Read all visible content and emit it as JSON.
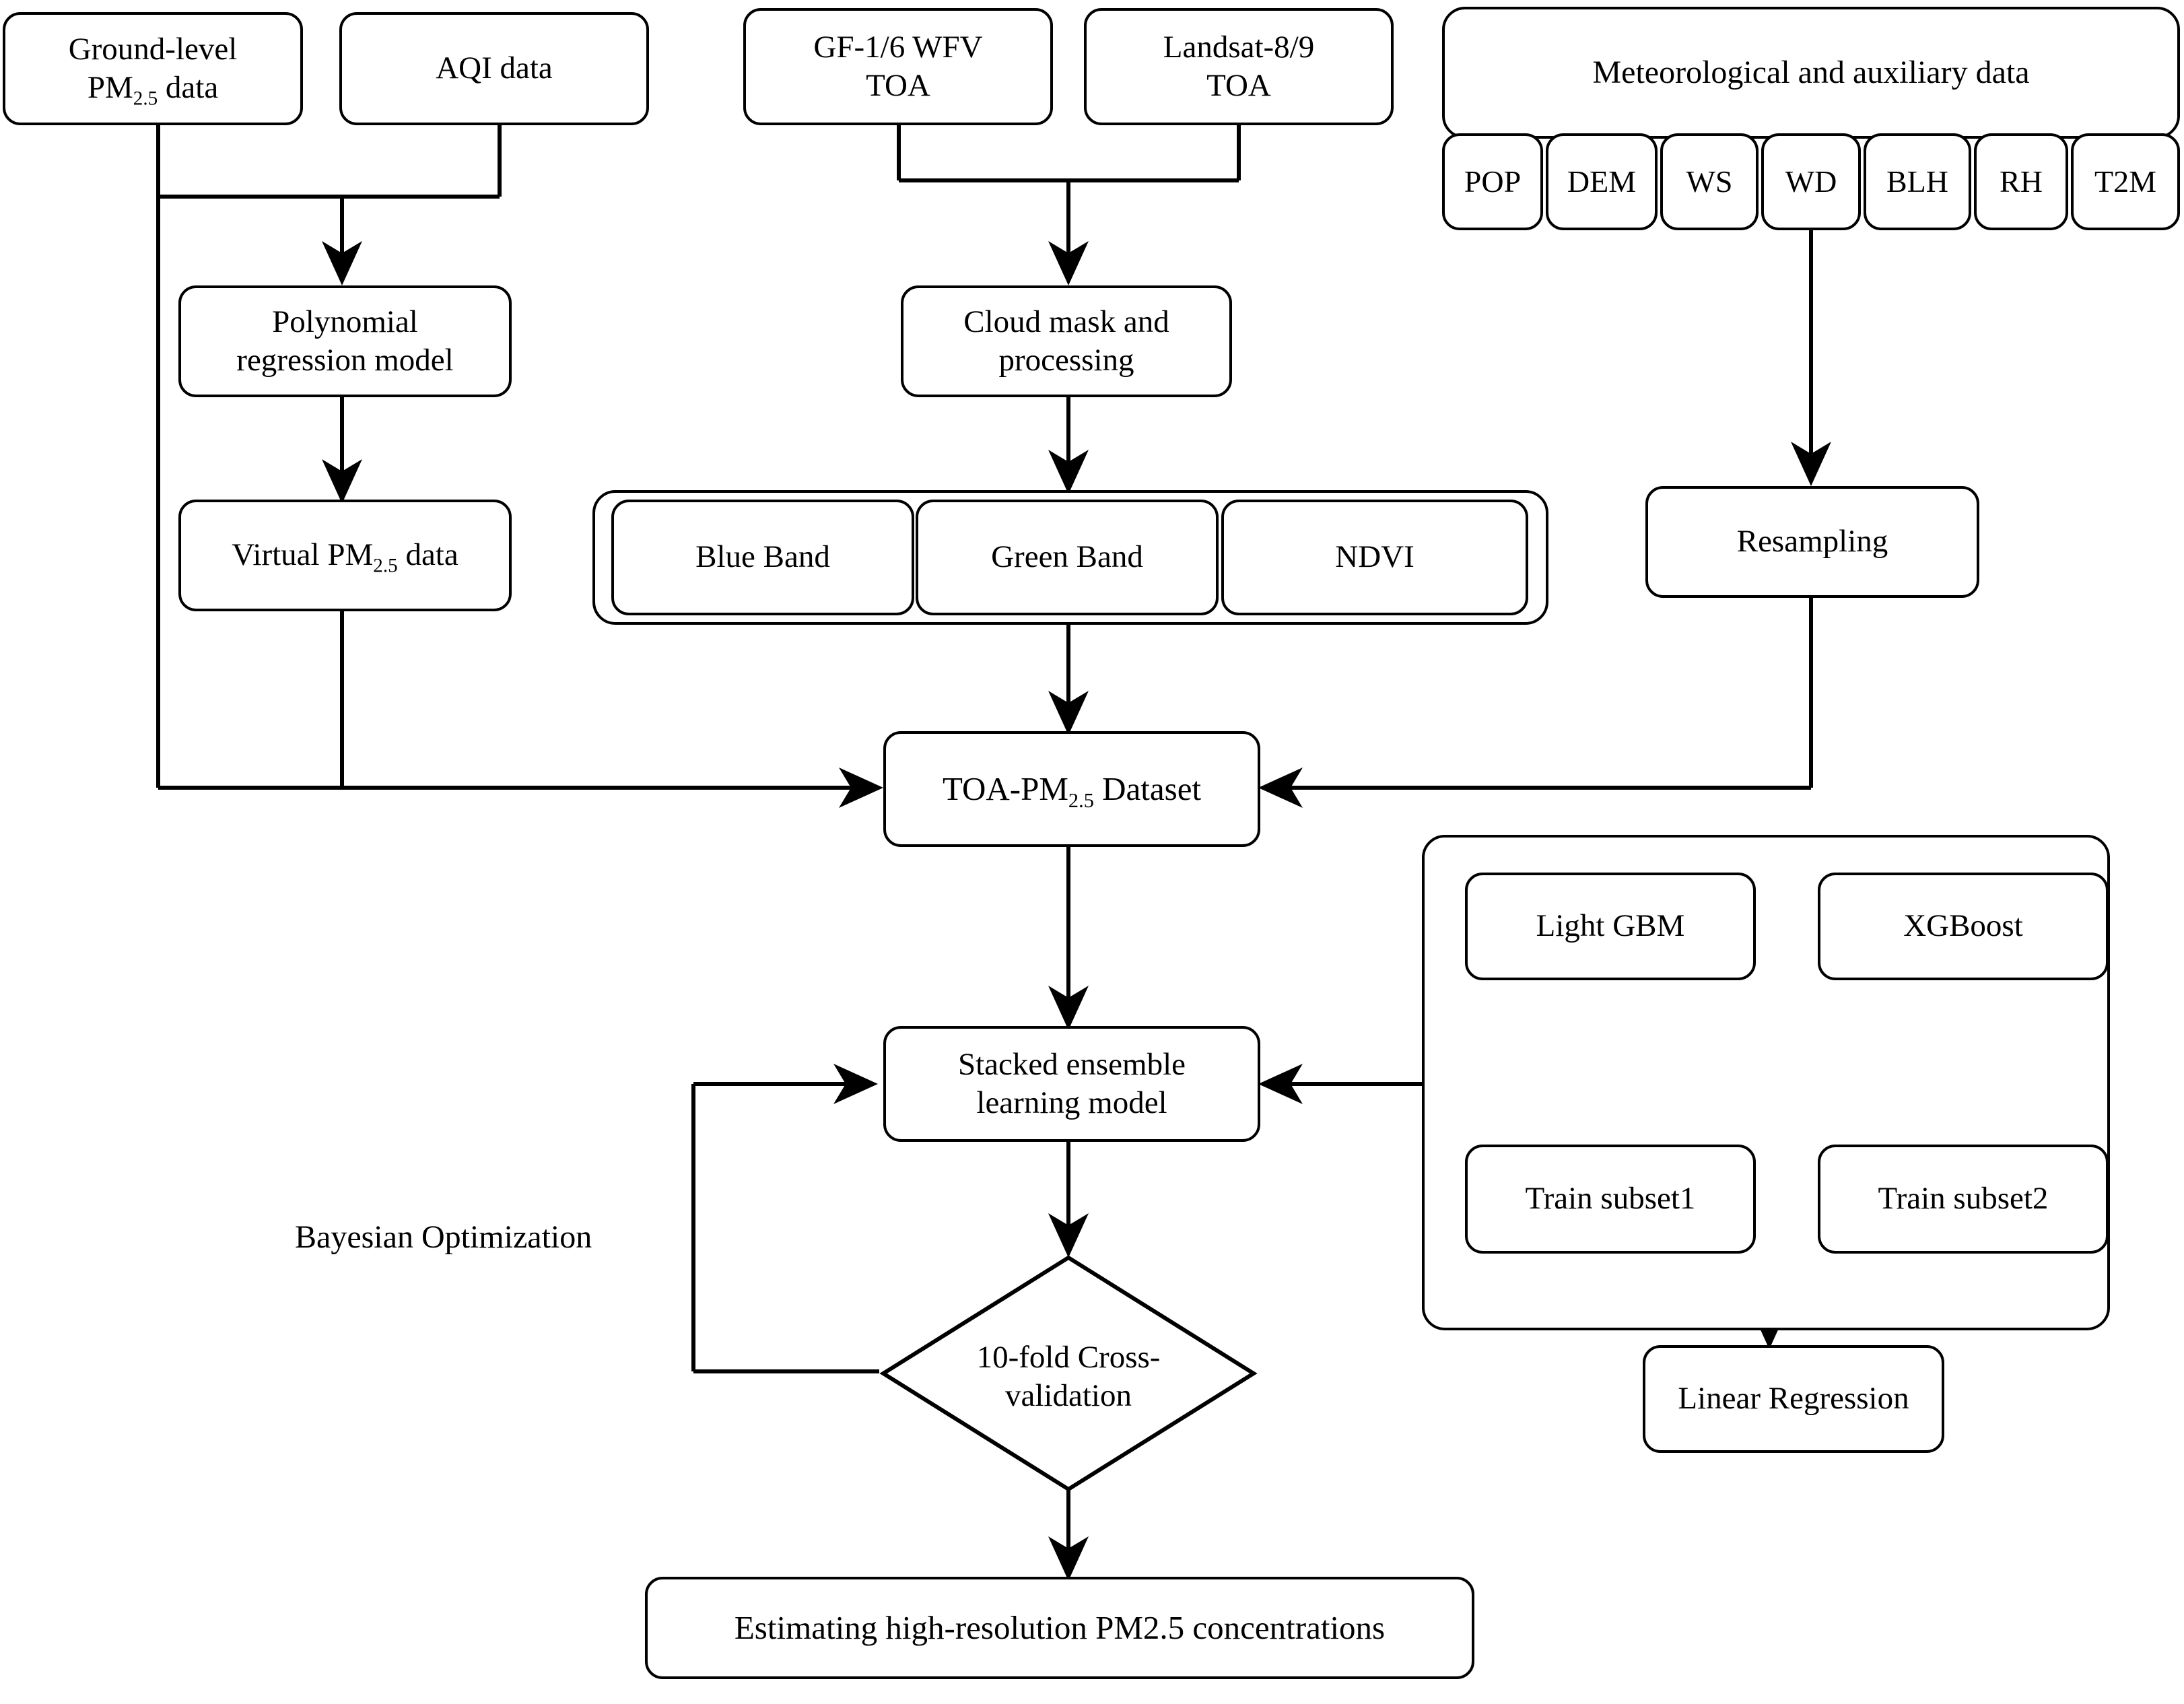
{
  "diagram": {
    "title": "PM2.5 estimation workflow flowchart",
    "stroke_color": "#000000",
    "fill_color": "#ffffff",
    "nodes": {
      "ground_pm25": {
        "line1": "Ground-level",
        "line2_pre": "PM",
        "line2_sub": "2.5",
        "line2_post": " data"
      },
      "aqi": {
        "label": "AQI data"
      },
      "gf_wfv": {
        "line1": "GF-1/6 WFV",
        "line2": "TOA"
      },
      "landsat": {
        "line1": "Landsat-8/9",
        "line2": "TOA"
      },
      "meteo": {
        "label": "Meteorological and auxiliary data"
      },
      "meteo_vars": [
        "POP",
        "DEM",
        "WS",
        "WD",
        "BLH",
        "RH",
        "T2M"
      ],
      "poly_reg": {
        "line1": "Polynomial",
        "line2": "regression model"
      },
      "cloud_mask": {
        "line1": "Cloud mask and",
        "line2": "processing"
      },
      "virtual_pm25": {
        "pre": "Virtual PM",
        "sub": "2.5",
        "post": " data"
      },
      "bands": [
        "Blue Band",
        "Green Band",
        "NDVI"
      ],
      "resampling": {
        "label": "Resampling"
      },
      "toa_dataset": {
        "pre": "TOA-PM",
        "sub": "2.5",
        "post": " Dataset"
      },
      "stacked": {
        "line1": "Stacked ensemble",
        "line2": "learning model"
      },
      "light_gbm": {
        "label": "Light GBM"
      },
      "xgboost": {
        "label": "XGBoost"
      },
      "train_subset1": {
        "label": "Train subset1"
      },
      "train_subset2": {
        "label": "Train subset2"
      },
      "linear_regression": {
        "label": "Linear Regression"
      },
      "cross_validation": {
        "line1": "10-fold Cross-",
        "line2": "validation"
      },
      "bayesian_label": {
        "label": "Bayesian Optimization"
      },
      "final_output": {
        "label": "Estimating high-resolution PM2.5 concentrations"
      }
    }
  }
}
